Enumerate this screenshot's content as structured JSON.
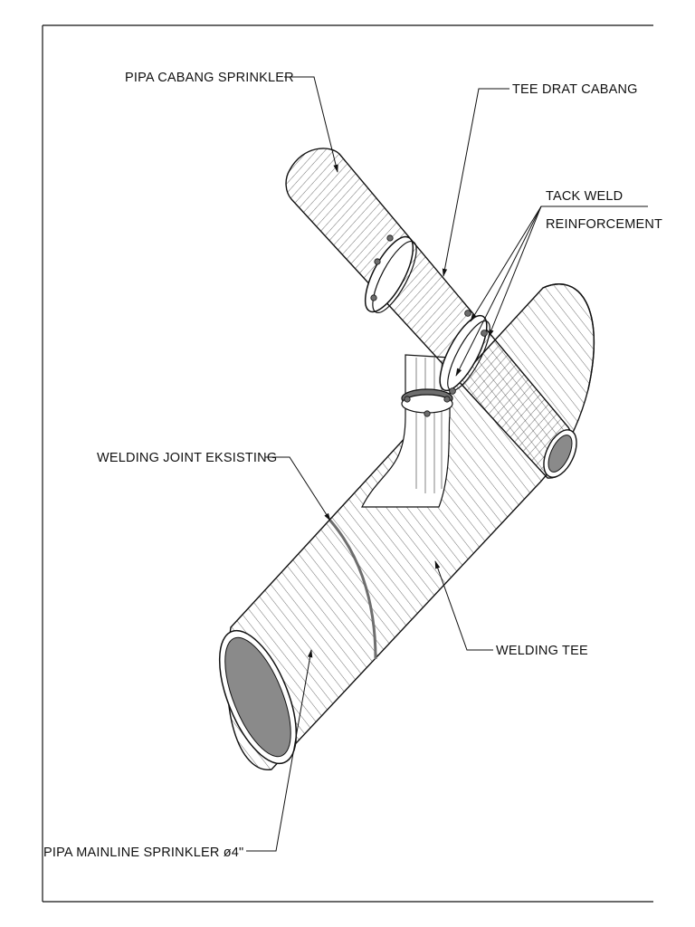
{
  "labels": {
    "branch_pipe": "PIPA CABANG SPRINKLER",
    "branch_tee": "TEE DRAT CABANG",
    "tack_weld_line1": "TACK WELD",
    "tack_weld_line2": "REINFORCEMENT",
    "existing_joint": "WELDING JOINT EKSISTING",
    "welding_tee": "WELDING TEE",
    "mainline_pipe": "PIPA MAINLINE SPRINKLER ø4\""
  },
  "colors": {
    "line": "#111111",
    "pipe_fill": "#ffffff",
    "pipe_bore": "#8a8a8a",
    "weld_band": "#6e6e6e"
  }
}
